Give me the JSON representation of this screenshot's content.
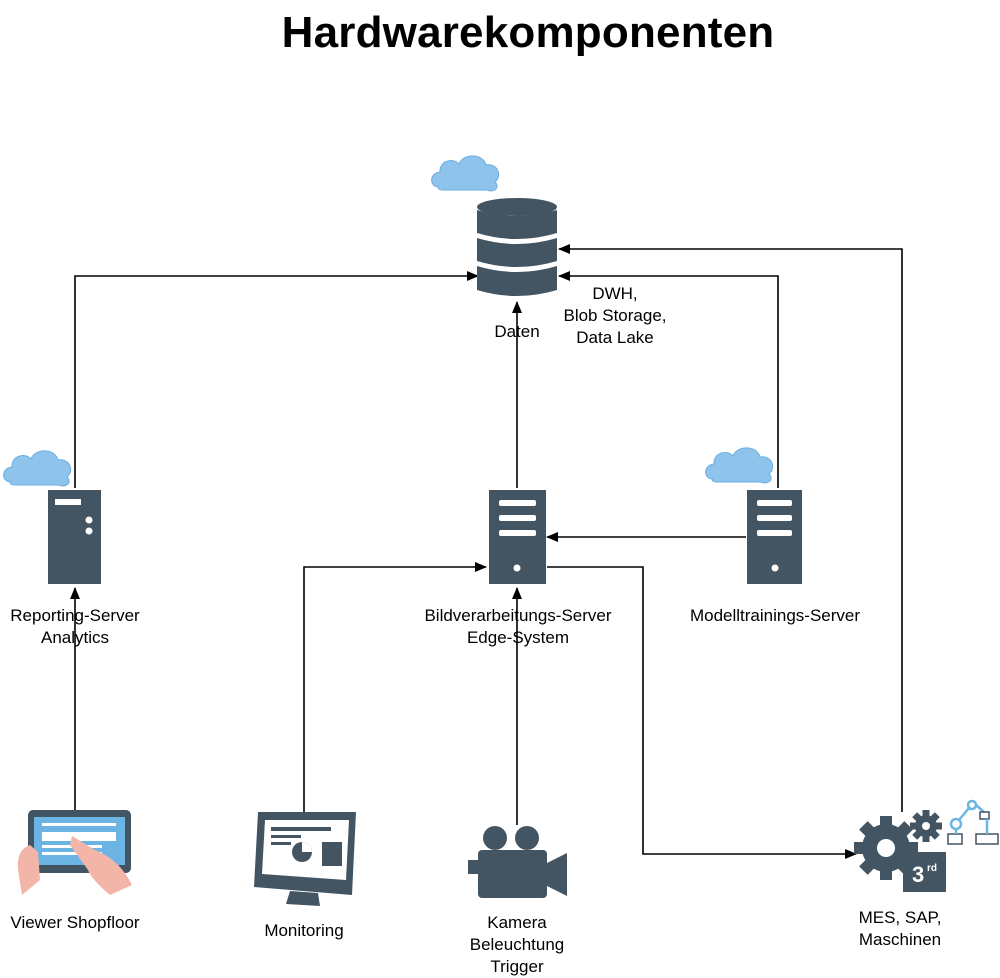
{
  "title": "Hardwarekomponenten",
  "nodes": {
    "database": {
      "label": "Daten",
      "note": [
        "DWH,",
        "Blob Storage,",
        "Data Lake"
      ]
    },
    "reporting": {
      "label": [
        "Reporting-Server",
        "Analytics"
      ]
    },
    "bildverarbeitung": {
      "label": [
        "Bildverarbeitungs-Server",
        "Edge-System"
      ]
    },
    "modelltraining": {
      "label": [
        "Modelltrainings-Server"
      ]
    },
    "viewer": {
      "label": [
        "Viewer Shopfloor"
      ]
    },
    "monitoring": {
      "label": [
        "Monitoring"
      ]
    },
    "kamera": {
      "label": [
        "Kamera",
        "Beleuchtung",
        "Trigger"
      ]
    },
    "mes": {
      "label": [
        "MES, SAP,",
        "Maschinen"
      ],
      "badge": "3",
      "badge_sup": "rd"
    }
  },
  "colors": {
    "icon": "#435563",
    "cloud": "#8ec4ec",
    "cloud_stroke": "#6aaee0",
    "screen": "#6cb4e4",
    "skin": "#f2b5a8",
    "line": "#000000"
  }
}
